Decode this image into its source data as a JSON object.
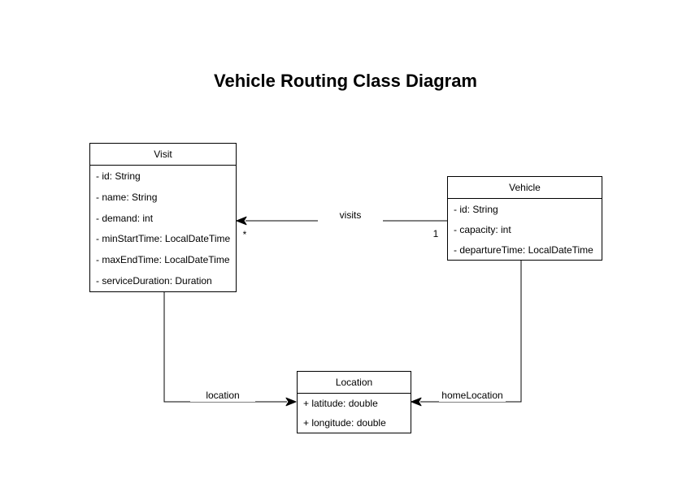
{
  "title": "Vehicle Routing Class Diagram",
  "classes": {
    "visit": {
      "name": "Visit",
      "attributes": [
        "- id: String",
        "- name: String",
        "- demand: int",
        "- minStartTime: LocalDateTime",
        "- maxEndTime: LocalDateTime",
        "- serviceDuration: Duration"
      ]
    },
    "vehicle": {
      "name": "Vehicle",
      "attributes": [
        "- id: String",
        "- capacity: int",
        "- departureTime: LocalDateTime"
      ]
    },
    "location": {
      "name": "Location",
      "attributes": [
        "+ latitude: double",
        "+ longitude: double"
      ]
    }
  },
  "edges": {
    "visits": {
      "label": "visits",
      "source_class": "Vehicle",
      "target_class": "Visit",
      "source_multiplicity": "1",
      "target_multiplicity": "*"
    },
    "location": {
      "label": "location",
      "source_class": "Visit",
      "target_class": "Location"
    },
    "home_location": {
      "label": "homeLocation",
      "source_class": "Vehicle",
      "target_class": "Location"
    }
  },
  "colors": {
    "line": "#000000",
    "box_border": "#000000",
    "box_fill": "#ffffff",
    "text": "#000000"
  }
}
